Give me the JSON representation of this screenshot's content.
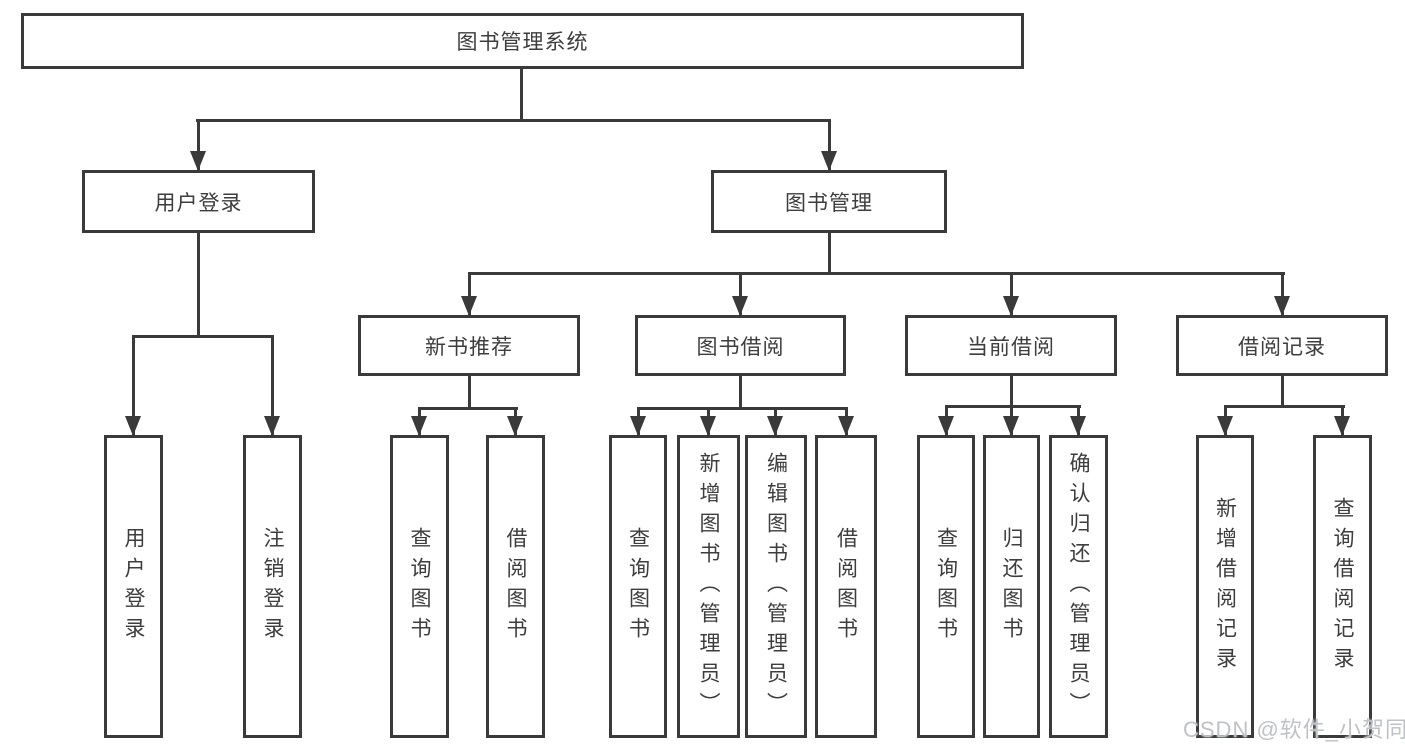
{
  "diagram": {
    "type": "hierarchy-tree",
    "colors": {
      "line": "#3a3a3a",
      "box_border": "#3a3a3a",
      "text": "#3d3d3d",
      "background": "#ffffff",
      "watermark": "#bfc2c6"
    },
    "tree": {
      "label": "图书管理系统",
      "children": [
        {
          "label": "用户登录",
          "children": [
            {
              "label": "用户登录"
            },
            {
              "label": "注销登录"
            }
          ]
        },
        {
          "label": "图书管理",
          "children": [
            {
              "label": "新书推荐",
              "children": [
                {
                  "label": "查询图书"
                },
                {
                  "label": "借阅图书"
                }
              ]
            },
            {
              "label": "图书借阅",
              "children": [
                {
                  "label": "查询图书"
                },
                {
                  "label": "新增图书（管理员）"
                },
                {
                  "label": "编辑图书（管理员）"
                },
                {
                  "label": "借阅图书"
                }
              ]
            },
            {
              "label": "当前借阅",
              "children": [
                {
                  "label": "查询图书"
                },
                {
                  "label": "归还图书"
                },
                {
                  "label": "确认归还（管理员）"
                }
              ]
            },
            {
              "label": "借阅记录",
              "children": [
                {
                  "label": "新增借阅记录"
                },
                {
                  "label": "查询借阅记录"
                }
              ]
            }
          ]
        }
      ]
    },
    "watermark": {
      "text": "CSDN @软件_小贺同学"
    }
  }
}
